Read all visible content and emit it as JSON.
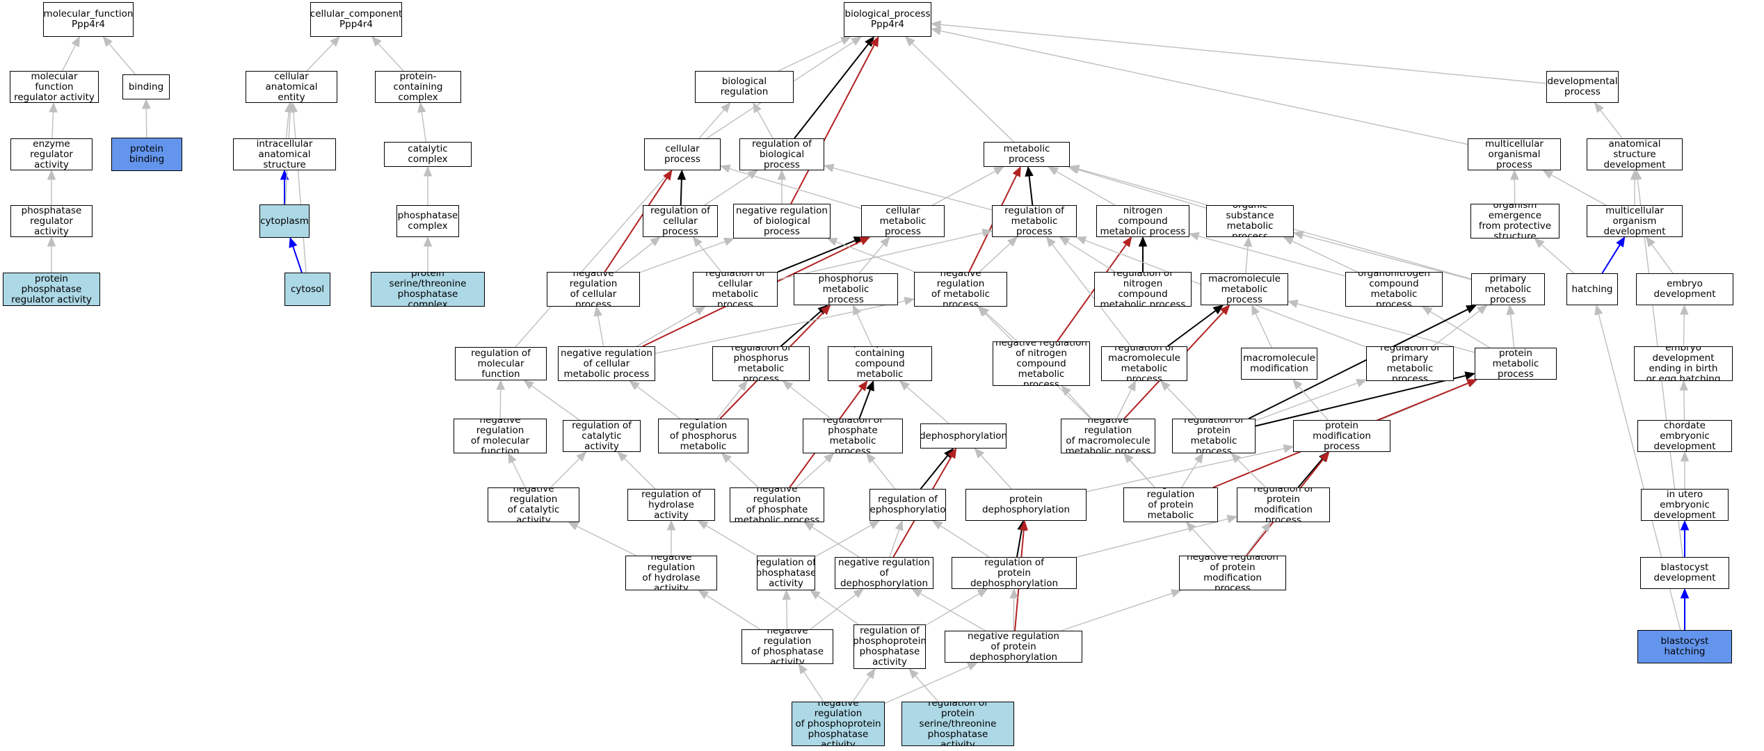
{
  "colors": {
    "edge_gray": "#bfbfbf",
    "edge_black": "#000000",
    "edge_red": "#b22222",
    "edge_blue": "#0000ff",
    "fill_light_blue": "#add8e6",
    "fill_cornflower": "#6495ed"
  },
  "nodes": {
    "mf_root": {
      "label": "molecular_function\nPpp4r4"
    },
    "mf_reg_act": {
      "label": "molecular function\nregulator activity"
    },
    "binding": {
      "label": "binding"
    },
    "enzyme_reg": {
      "label": "enzyme regulator\nactivity"
    },
    "protein_binding": {
      "label": "protein binding",
      "fill": "cornflower"
    },
    "phosphatase_reg": {
      "label": "phosphatase\nregulator activity"
    },
    "protein_phosphatase_reg": {
      "label": "protein phosphatase\nregulator activity",
      "fill": "light"
    },
    "cc_root": {
      "label": "cellular_component\nPpp4r4"
    },
    "cell_anat": {
      "label": "cellular anatomical\nentity"
    },
    "prot_complex": {
      "label": "protein-containing\ncomplex"
    },
    "intracell_anat": {
      "label": "intracellular\nanatomical structure"
    },
    "cat_complex": {
      "label": "catalytic complex"
    },
    "cytoplasm": {
      "label": "cytoplasm",
      "fill": "light"
    },
    "phosphatase_complex": {
      "label": "phosphatase\ncomplex"
    },
    "cytosol": {
      "label": "cytosol",
      "fill": "light"
    },
    "ser_thr_complex": {
      "label": "protein serine/threonine\nphosphatase\ncomplex",
      "fill": "light"
    },
    "bp_root": {
      "label": "biological_process\nPpp4r4"
    },
    "bio_reg": {
      "label": "biological regulation"
    },
    "dev_proc": {
      "label": "developmental\nprocess"
    },
    "cell_proc": {
      "label": "cellular process"
    },
    "reg_bio": {
      "label": "regulation of\nbiological process"
    },
    "met_proc": {
      "label": "metabolic process"
    },
    "multi_org": {
      "label": "multicellular\norganismal process"
    },
    "anat_dev": {
      "label": "anatomical structure\ndevelopment"
    },
    "reg_cell_proc": {
      "label": "regulation of\ncellular process"
    },
    "neg_reg_bio": {
      "label": "negative regulation\nof biological\nprocess"
    },
    "cell_met": {
      "label": "cellular metabolic\nprocess"
    },
    "reg_met": {
      "label": "regulation of\nmetabolic process"
    },
    "nitro_met": {
      "label": "nitrogen compound\nmetabolic process"
    },
    "org_sub_met": {
      "label": "organic substance\nmetabolic process"
    },
    "org_emerg": {
      "label": "organism emergence\nfrom protective\nstructure"
    },
    "multi_dev": {
      "label": "multicellular\norganism development"
    },
    "neg_reg_cell_proc": {
      "label": "negative regulation\nof cellular\nprocess"
    },
    "reg_cell_met": {
      "label": "regulation of\ncellular metabolic\nprocess"
    },
    "phos_met": {
      "label": "phosphorus metabolic\nprocess"
    },
    "neg_reg_met": {
      "label": "negative regulation\nof metabolic\nprocess"
    },
    "reg_nitro": {
      "label": "regulation of\nnitrogen compound\nmetabolic process"
    },
    "macro_met": {
      "label": "macromolecule\nmetabolic process"
    },
    "organonitro": {
      "label": "organonitrogen\ncompound metabolic\nprocess"
    },
    "prim_met": {
      "label": "primary metabolic\nprocess"
    },
    "hatching": {
      "label": "hatching"
    },
    "embryo_dev": {
      "label": "embryo development"
    },
    "reg_mol_func": {
      "label": "regulation of\nmolecular function"
    },
    "neg_reg_cell_met": {
      "label": "negative regulation\nof cellular\nmetabolic process"
    },
    "reg_phos_met": {
      "label": "regulation of\nphosphorus metabolic\nprocess"
    },
    "phosphate_met": {
      "label": "phosphate-containing\ncompound metabolic\nprocess"
    },
    "neg_reg_nitro": {
      "label": "negative regulation\nof nitrogen\ncompound metabolic\nprocess"
    },
    "reg_macro": {
      "label": "regulation of\nmacromolecule\nmetabolic process"
    },
    "macro_mod": {
      "label": "macromolecule\nmodification"
    },
    "reg_prim": {
      "label": "regulation of\nprimary metabolic\nprocess"
    },
    "prot_met": {
      "label": "protein metabolic\nprocess"
    },
    "embryo_birth": {
      "label": "embryo development\nending in birth\nor egg hatching"
    },
    "neg_reg_mol_func": {
      "label": "negative regulation\nof molecular\nfunction"
    },
    "reg_cat": {
      "label": "regulation of\ncatalytic activity"
    },
    "neg_reg_phos_met": {
      "label": "negative regulation\nof phosphorus\nmetabolic process"
    },
    "reg_phosphate_met": {
      "label": "regulation of\nphosphate metabolic\nprocess"
    },
    "dephos": {
      "label": "dephosphorylation"
    },
    "neg_reg_macro": {
      "label": "negative regulation\nof macromolecule\nmetabolic process"
    },
    "reg_prot_met": {
      "label": "regulation of\nprotein metabolic\nprocess"
    },
    "prot_mod": {
      "label": "protein modification\nprocess"
    },
    "chordate": {
      "label": "chordate embryonic\ndevelopment"
    },
    "neg_reg_cat": {
      "label": "negative regulation\nof catalytic\nactivity"
    },
    "reg_hydro": {
      "label": "regulation of\nhydrolase activity"
    },
    "neg_reg_phosphate": {
      "label": "negative regulation\nof phosphate\nmetabolic process"
    },
    "reg_dephos": {
      "label": "regulation of\ndephosphorylation"
    },
    "prot_dephos": {
      "label": "protein dephosphorylation"
    },
    "neg_reg_prot_met": {
      "label": "negative regulation\nof protein metabolic\nprocess"
    },
    "reg_prot_mod": {
      "label": "regulation of\nprotein modification\nprocess"
    },
    "in_utero": {
      "label": "in utero embryonic\ndevelopment"
    },
    "neg_reg_hydro": {
      "label": "negative regulation\nof hydrolase\nactivity"
    },
    "reg_phosphatase": {
      "label": "regulation of\nphosphatase\nactivity"
    },
    "neg_reg_dephos": {
      "label": "negative regulation\nof dephosphorylation"
    },
    "reg_prot_dephos": {
      "label": "regulation of\nprotein dephosphorylation"
    },
    "neg_reg_prot_mod": {
      "label": "negative regulation\nof protein modification\nprocess"
    },
    "blastocyst_dev": {
      "label": "blastocyst development"
    },
    "neg_reg_phosphatase": {
      "label": "negative regulation\nof phosphatase\nactivity"
    },
    "reg_phosphoprot": {
      "label": "regulation of\nphosphoprotein\nphosphatase\nactivity"
    },
    "neg_reg_prot_dephos": {
      "label": "negative regulation\nof protein dephosphorylation"
    },
    "blastocyst_hatching": {
      "label": "blastocyst hatching",
      "fill": "cornflower"
    },
    "neg_reg_phosphoprot": {
      "label": "negative regulation\nof phosphoprotein\nphosphatase\nactivity",
      "fill": "light"
    },
    "reg_ser_thr": {
      "label": "regulation of\nprotein serine/threonine\nphosphatase\nactivity",
      "fill": "light"
    }
  },
  "edges": [
    [
      "mf_reg_act",
      "mf_root",
      "g"
    ],
    [
      "binding",
      "mf_root",
      "g"
    ],
    [
      "enzyme_reg",
      "mf_reg_act",
      "g"
    ],
    [
      "protein_binding",
      "binding",
      "g"
    ],
    [
      "phosphatase_reg",
      "enzyme_reg",
      "g"
    ],
    [
      "protein_phosphatase_reg",
      "phosphatase_reg",
      "g"
    ],
    [
      "cell_anat",
      "cc_root",
      "g"
    ],
    [
      "prot_complex",
      "cc_root",
      "g"
    ],
    [
      "intracell_anat",
      "cell_anat",
      "g"
    ],
    [
      "cat_complex",
      "prot_complex",
      "g"
    ],
    [
      "cytoplasm",
      "intracell_anat",
      "b"
    ],
    [
      "cytoplasm",
      "cell_anat",
      "g"
    ],
    [
      "phosphatase_complex",
      "cat_complex",
      "g"
    ],
    [
      "cytosol",
      "cytoplasm",
      "b"
    ],
    [
      "cytosol",
      "cell_anat",
      "g"
    ],
    [
      "ser_thr_complex",
      "phosphatase_complex",
      "g"
    ],
    [
      "bio_reg",
      "bp_root",
      "g"
    ],
    [
      "dev_proc",
      "bp_root",
      "g"
    ],
    [
      "cell_proc",
      "bp_root",
      "g"
    ],
    [
      "reg_bio",
      "bp_root",
      "k"
    ],
    [
      "neg_reg_bio",
      "bp_root",
      "r"
    ],
    [
      "met_proc",
      "bp_root",
      "g"
    ],
    [
      "multi_org",
      "bp_root",
      "g"
    ],
    [
      "reg_mol_func",
      "bio_reg",
      "g"
    ],
    [
      "reg_bio",
      "bio_reg",
      "g"
    ],
    [
      "anat_dev",
      "dev_proc",
      "g"
    ],
    [
      "reg_cell_proc",
      "cell_proc",
      "k"
    ],
    [
      "neg_reg_cell_proc",
      "cell_proc",
      "r"
    ],
    [
      "cell_met",
      "cell_proc",
      "g"
    ],
    [
      "reg_cell_proc",
      "reg_bio",
      "g"
    ],
    [
      "neg_reg_bio",
      "reg_bio",
      "g"
    ],
    [
      "reg_met",
      "reg_bio",
      "g"
    ],
    [
      "cell_met",
      "met_proc",
      "g"
    ],
    [
      "reg_met",
      "met_proc",
      "k"
    ],
    [
      "neg_reg_met",
      "met_proc",
      "r"
    ],
    [
      "nitro_met",
      "met_proc",
      "g"
    ],
    [
      "org_sub_met",
      "met_proc",
      "g"
    ],
    [
      "prim_met",
      "met_proc",
      "g"
    ],
    [
      "org_emerg",
      "multi_org",
      "g"
    ],
    [
      "multi_dev",
      "multi_org",
      "g"
    ],
    [
      "multi_dev",
      "anat_dev",
      "g"
    ],
    [
      "blastocyst_dev",
      "anat_dev",
      "g"
    ],
    [
      "hatching",
      "org_emerg",
      "g"
    ],
    [
      "hatching",
      "multi_dev",
      "b"
    ],
    [
      "embryo_dev",
      "multi_dev",
      "g"
    ],
    [
      "neg_reg_cell_proc",
      "reg_cell_proc",
      "g"
    ],
    [
      "neg_reg_cell_proc",
      "neg_reg_bio",
      "g"
    ],
    [
      "reg_cell_met",
      "reg_cell_proc",
      "g"
    ],
    [
      "reg_cell_met",
      "cell_met",
      "k"
    ],
    [
      "neg_reg_cell_met",
      "cell_met",
      "r"
    ],
    [
      "phos_met",
      "cell_met",
      "g"
    ],
    [
      "reg_cell_met",
      "reg_met",
      "g"
    ],
    [
      "neg_reg_met",
      "reg_met",
      "g"
    ],
    [
      "reg_nitro",
      "nitro_met",
      "k"
    ],
    [
      "neg_reg_nitro",
      "nitro_met",
      "r"
    ],
    [
      "macro_met",
      "org_sub_met",
      "g"
    ],
    [
      "organonitro",
      "org_sub_met",
      "g"
    ],
    [
      "prim_met",
      "org_sub_met",
      "g"
    ],
    [
      "phosphate_met",
      "phos_met",
      "g"
    ],
    [
      "reg_phos_met",
      "phos_met",
      "k"
    ],
    [
      "neg_reg_phos_met",
      "phos_met",
      "r"
    ],
    [
      "neg_reg_met",
      "neg_reg_bio",
      "g"
    ],
    [
      "neg_reg_cell_met",
      "neg_reg_met",
      "g"
    ],
    [
      "neg_reg_cell_met",
      "reg_cell_met",
      "g"
    ],
    [
      "neg_reg_cell_met",
      "neg_reg_cell_proc",
      "g"
    ],
    [
      "reg_nitro",
      "reg_met",
      "g"
    ],
    [
      "reg_macro",
      "reg_met",
      "g"
    ],
    [
      "reg_macro",
      "macro_met",
      "k"
    ],
    [
      "neg_reg_macro",
      "macro_met",
      "r"
    ],
    [
      "macro_mod",
      "macro_met",
      "g"
    ],
    [
      "prot_met",
      "macro_met",
      "g"
    ],
    [
      "organonitro",
      "nitro_met",
      "g"
    ],
    [
      "prot_met",
      "organonitro",
      "g"
    ],
    [
      "prot_met",
      "prim_met",
      "g"
    ],
    [
      "reg_prim",
      "reg_met",
      "g"
    ],
    [
      "reg_prot_met",
      "prim_met",
      "k"
    ],
    [
      "embryo_birth",
      "embryo_dev",
      "g"
    ],
    [
      "chordate",
      "embryo_birth",
      "g"
    ],
    [
      "in_utero",
      "chordate",
      "g"
    ],
    [
      "blastocyst_dev",
      "in_utero",
      "b"
    ],
    [
      "blastocyst_hatching",
      "blastocyst_dev",
      "b"
    ],
    [
      "blastocyst_hatching",
      "hatching",
      "g"
    ],
    [
      "neg_reg_mol_func",
      "reg_mol_func",
      "g"
    ],
    [
      "reg_cat",
      "reg_mol_func",
      "g"
    ],
    [
      "neg_reg_phos_met",
      "reg_phos_met",
      "g"
    ],
    [
      "neg_reg_phos_met",
      "neg_reg_cell_met",
      "g"
    ],
    [
      "reg_phosphate_met",
      "phosphate_met",
      "k"
    ],
    [
      "reg_phosphate_met",
      "reg_phos_met",
      "g"
    ],
    [
      "neg_reg_phosphate",
      "phosphate_met",
      "r"
    ],
    [
      "neg_reg_phosphate",
      "neg_reg_phos_met",
      "g"
    ],
    [
      "neg_reg_phosphate",
      "reg_phosphate_met",
      "g"
    ],
    [
      "dephos",
      "phosphate_met",
      "g"
    ],
    [
      "neg_reg_nitro",
      "neg_reg_met",
      "g"
    ],
    [
      "neg_reg_macro",
      "reg_macro",
      "g"
    ],
    [
      "neg_reg_macro",
      "neg_reg_met",
      "g"
    ],
    [
      "reg_prot_met",
      "reg_macro",
      "g"
    ],
    [
      "reg_prot_met",
      "reg_prim",
      "g"
    ],
    [
      "reg_prot_met",
      "prot_met",
      "k"
    ],
    [
      "prot_mod",
      "macro_mod",
      "g"
    ],
    [
      "prot_mod",
      "prot_met",
      "g"
    ],
    [
      "reg_prim",
      "prim_met",
      "g"
    ],
    [
      "neg_reg_cat",
      "reg_cat",
      "g"
    ],
    [
      "neg_reg_cat",
      "neg_reg_mol_func",
      "g"
    ],
    [
      "reg_hydro",
      "reg_cat",
      "g"
    ],
    [
      "reg_dephos",
      "dephos",
      "k"
    ],
    [
      "neg_reg_dephos",
      "dephos",
      "r"
    ],
    [
      "prot_dephos",
      "dephos",
      "g"
    ],
    [
      "reg_dephos",
      "reg_phosphate_met",
      "g"
    ],
    [
      "neg_reg_prot_met",
      "reg_prot_met",
      "g"
    ],
    [
      "neg_reg_prot_met",
      "neg_reg_macro",
      "g"
    ],
    [
      "neg_reg_prot_met",
      "prot_met",
      "r"
    ],
    [
      "neg_reg_prot_met",
      "neg_reg_nitro",
      "g"
    ],
    [
      "reg_prot_mod",
      "prot_mod",
      "k"
    ],
    [
      "reg_prot_mod",
      "reg_prot_met",
      "g"
    ],
    [
      "neg_reg_prot_mod",
      "prot_mod",
      "r"
    ],
    [
      "neg_reg_prot_mod",
      "reg_prot_mod",
      "g"
    ],
    [
      "neg_reg_prot_mod",
      "neg_reg_prot_met",
      "g"
    ],
    [
      "prot_dephos",
      "prot_mod",
      "g"
    ],
    [
      "neg_reg_hydro",
      "reg_hydro",
      "g"
    ],
    [
      "neg_reg_hydro",
      "neg_reg_cat",
      "g"
    ],
    [
      "reg_phosphatase",
      "reg_hydro",
      "g"
    ],
    [
      "reg_phosphatase",
      "reg_dephos",
      "g"
    ],
    [
      "neg_reg_dephos",
      "reg_dephos",
      "g"
    ],
    [
      "neg_reg_dephos",
      "neg_reg_phosphate",
      "g"
    ],
    [
      "reg_prot_dephos",
      "prot_dephos",
      "k"
    ],
    [
      "reg_prot_dephos",
      "reg_dephos",
      "g"
    ],
    [
      "reg_prot_dephos",
      "reg_prot_mod",
      "g"
    ],
    [
      "neg_reg_prot_dephos",
      "prot_dephos",
      "r"
    ],
    [
      "neg_reg_prot_dephos",
      "reg_prot_dephos",
      "g"
    ],
    [
      "neg_reg_prot_dephos",
      "neg_reg_dephos",
      "g"
    ],
    [
      "neg_reg_prot_dephos",
      "neg_reg_prot_mod",
      "g"
    ],
    [
      "neg_reg_phosphatase",
      "reg_phosphatase",
      "g"
    ],
    [
      "neg_reg_phosphatase",
      "neg_reg_hydro",
      "g"
    ],
    [
      "neg_reg_phosphatase",
      "neg_reg_dephos",
      "g"
    ],
    [
      "reg_phosphoprot",
      "reg_phosphatase",
      "g"
    ],
    [
      "reg_phosphoprot",
      "reg_prot_dephos",
      "g"
    ],
    [
      "neg_reg_phosphoprot",
      "neg_reg_phosphatase",
      "g"
    ],
    [
      "neg_reg_phosphoprot",
      "reg_phosphoprot",
      "g"
    ],
    [
      "neg_reg_phosphoprot",
      "neg_reg_prot_dephos",
      "g"
    ],
    [
      "reg_ser_thr",
      "reg_phosphoprot",
      "g"
    ]
  ]
}
